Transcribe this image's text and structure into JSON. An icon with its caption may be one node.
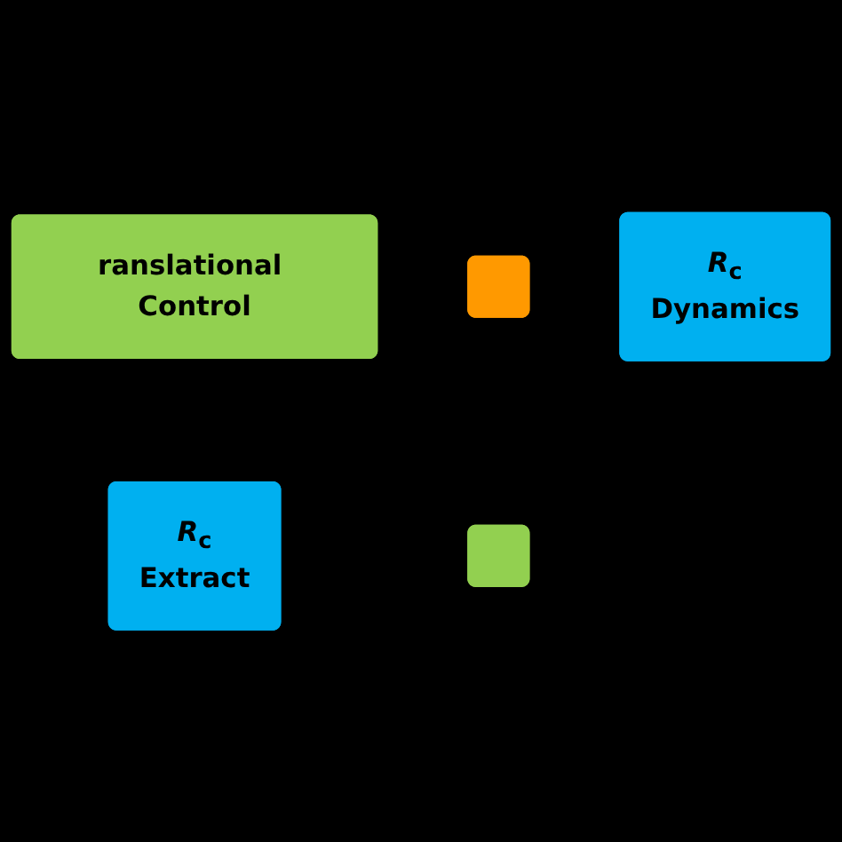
{
  "diagram": {
    "nodes": [
      {
        "text": [
          "ranslational Control"
        ]
      },
      {
        "text": [],
        "shape": "box"
      },
      {
        "text": [
          "*R*$_{c}$",
          "Extract"
        ]
      },
      {
        "text": [
          "*R*$_{c}$",
          "Dynamics"
        ]
      },
      {
        "text": [],
        "shape": "box"
      }
    ]
  }
}
